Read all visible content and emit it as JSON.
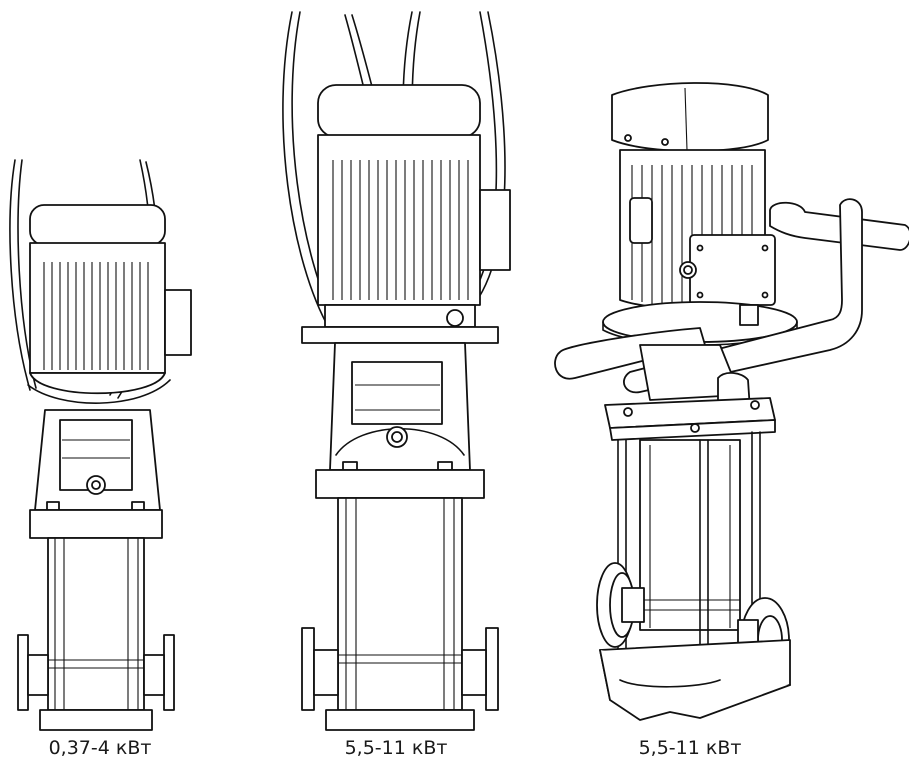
{
  "captions": {
    "pump1": "0,37-4 кВт",
    "pump2": "5,5-11 кВт",
    "pump3": "5,5-11 кВт"
  }
}
